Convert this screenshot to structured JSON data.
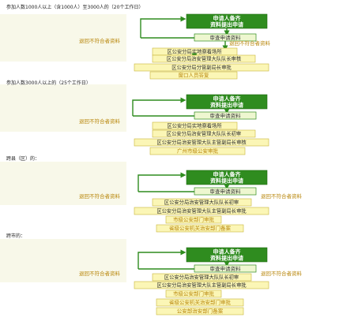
{
  "sections": [
    {
      "title": "参加人数1000人以上（含1000人）至3000人的（20个工作日）",
      "steps": [
        "申请人备齐",
        "资料提出申请",
        "审查申请资料",
        "区公安分局实地察看场所",
        "区公安分局治安管理大队队长审核",
        "区公安分局分管副局长审批",
        "窗口人员答复"
      ],
      "side_label": "退回不符合者资料"
    },
    {
      "title": "参加人数3000人以上的（25个工作日）",
      "steps": [
        "申请人备齐",
        "资料提出申请",
        "审查申请资料",
        "区公安分局实地察看场所",
        "区公安分局治安管理大队队长初审",
        "区公安分局治安管理大队主管副局长审核",
        "广州市级公安审批"
      ],
      "side_label": "退回不符合者资料"
    },
    {
      "title": "跨县（区）的：",
      "steps": [
        "申请人备齐",
        "资料提出申请",
        "审查申请资料",
        "区公安分局治安管理大队队长初审",
        "区公安分局治安管理大队主管副局长审批",
        "市级公安部门审批",
        "省级公安机关治安部门备案"
      ],
      "side_label": "退回不符合者资料"
    },
    {
      "title": "跨市的：",
      "steps": [
        "申请人备齐",
        "资料提出申请",
        "审查申请资料",
        "区公安分局治安管理大队队长初审",
        "区公安分局治安管理大队主管副局长审批",
        "市级公安部门审批",
        "省级公安机关治安部门审批",
        "公安部治安部门备案"
      ],
      "side_label": "退回不符合者资料"
    }
  ],
  "colors": {
    "green": "#2f8c1f",
    "light": "#eef7d0",
    "yellow": "#fbf6b6",
    "yellow_border": "#c9b63a"
  }
}
